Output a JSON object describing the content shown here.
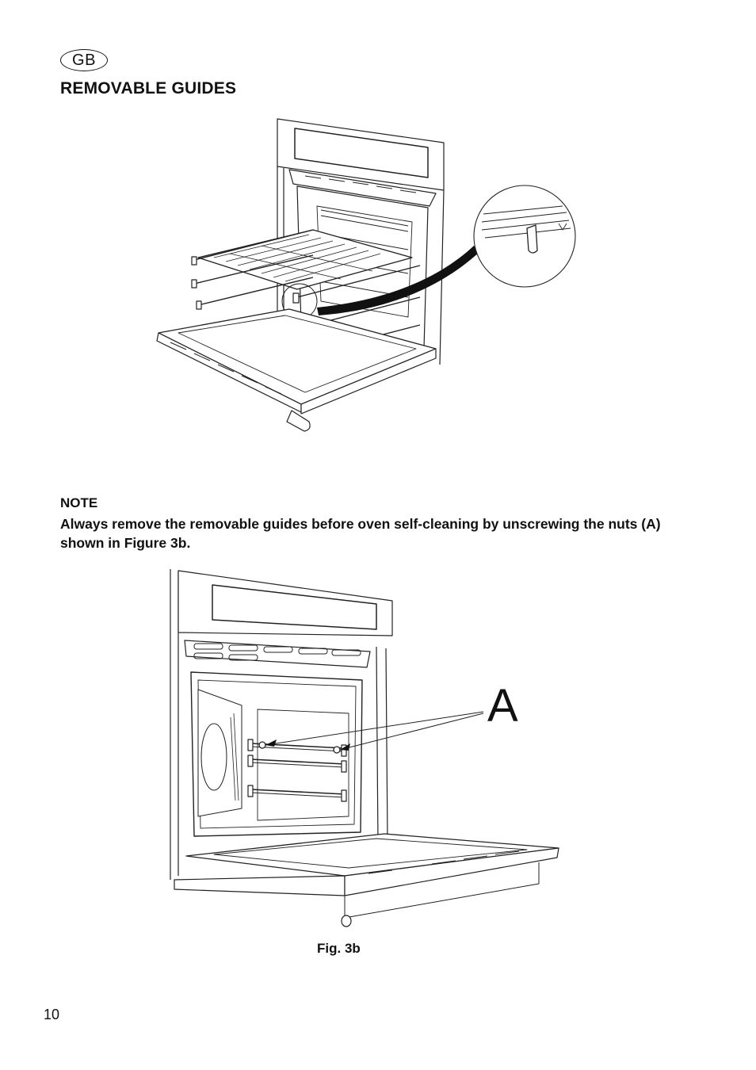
{
  "header": {
    "language_badge": "GB",
    "section_title": "REMOVABLE GUIDES"
  },
  "note": {
    "heading": "NOTE",
    "body": "Always remove the removable guides before oven self-cleaning by unscrewing the nuts (A) shown in Figure 3b."
  },
  "figure_3b": {
    "callout_label": "A",
    "caption": "Fig. 3b"
  },
  "footer": {
    "page_number": "10"
  }
}
